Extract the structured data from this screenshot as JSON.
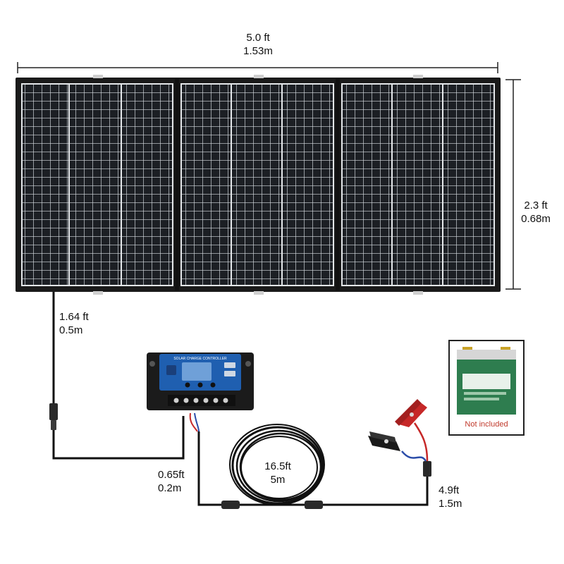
{
  "dimensions": {
    "width_ft": "5.0 ft",
    "width_m": "1.53m",
    "height_ft": "2.3 ft",
    "height_m": "0.68m"
  },
  "cables": {
    "panel_to_controller_ft": "1.64 ft",
    "panel_to_controller_m": "0.5m",
    "controller_lead_ft": "0.65ft",
    "controller_lead_m": "0.2m",
    "extension_ft": "16.5ft",
    "extension_m": "5m",
    "clip_lead_ft": "4.9ft",
    "clip_lead_m": "1.5m"
  },
  "controller": {
    "title": "SOLAR CHARGE CONTROLLER"
  },
  "battery": {
    "note": "Not included"
  },
  "colors": {
    "panel_frame": "#1a1a1a",
    "cell": "#1c1f24",
    "grid_line": "#d8dde2",
    "controller_body": "#1b1b1b",
    "controller_face": "#1f5fb0",
    "lcd": "#6fa0d8",
    "battery_green": "#2e7d4f",
    "clip_red": "#c62828",
    "clip_black": "#1a1a1a",
    "note_red": "#c0392b"
  }
}
